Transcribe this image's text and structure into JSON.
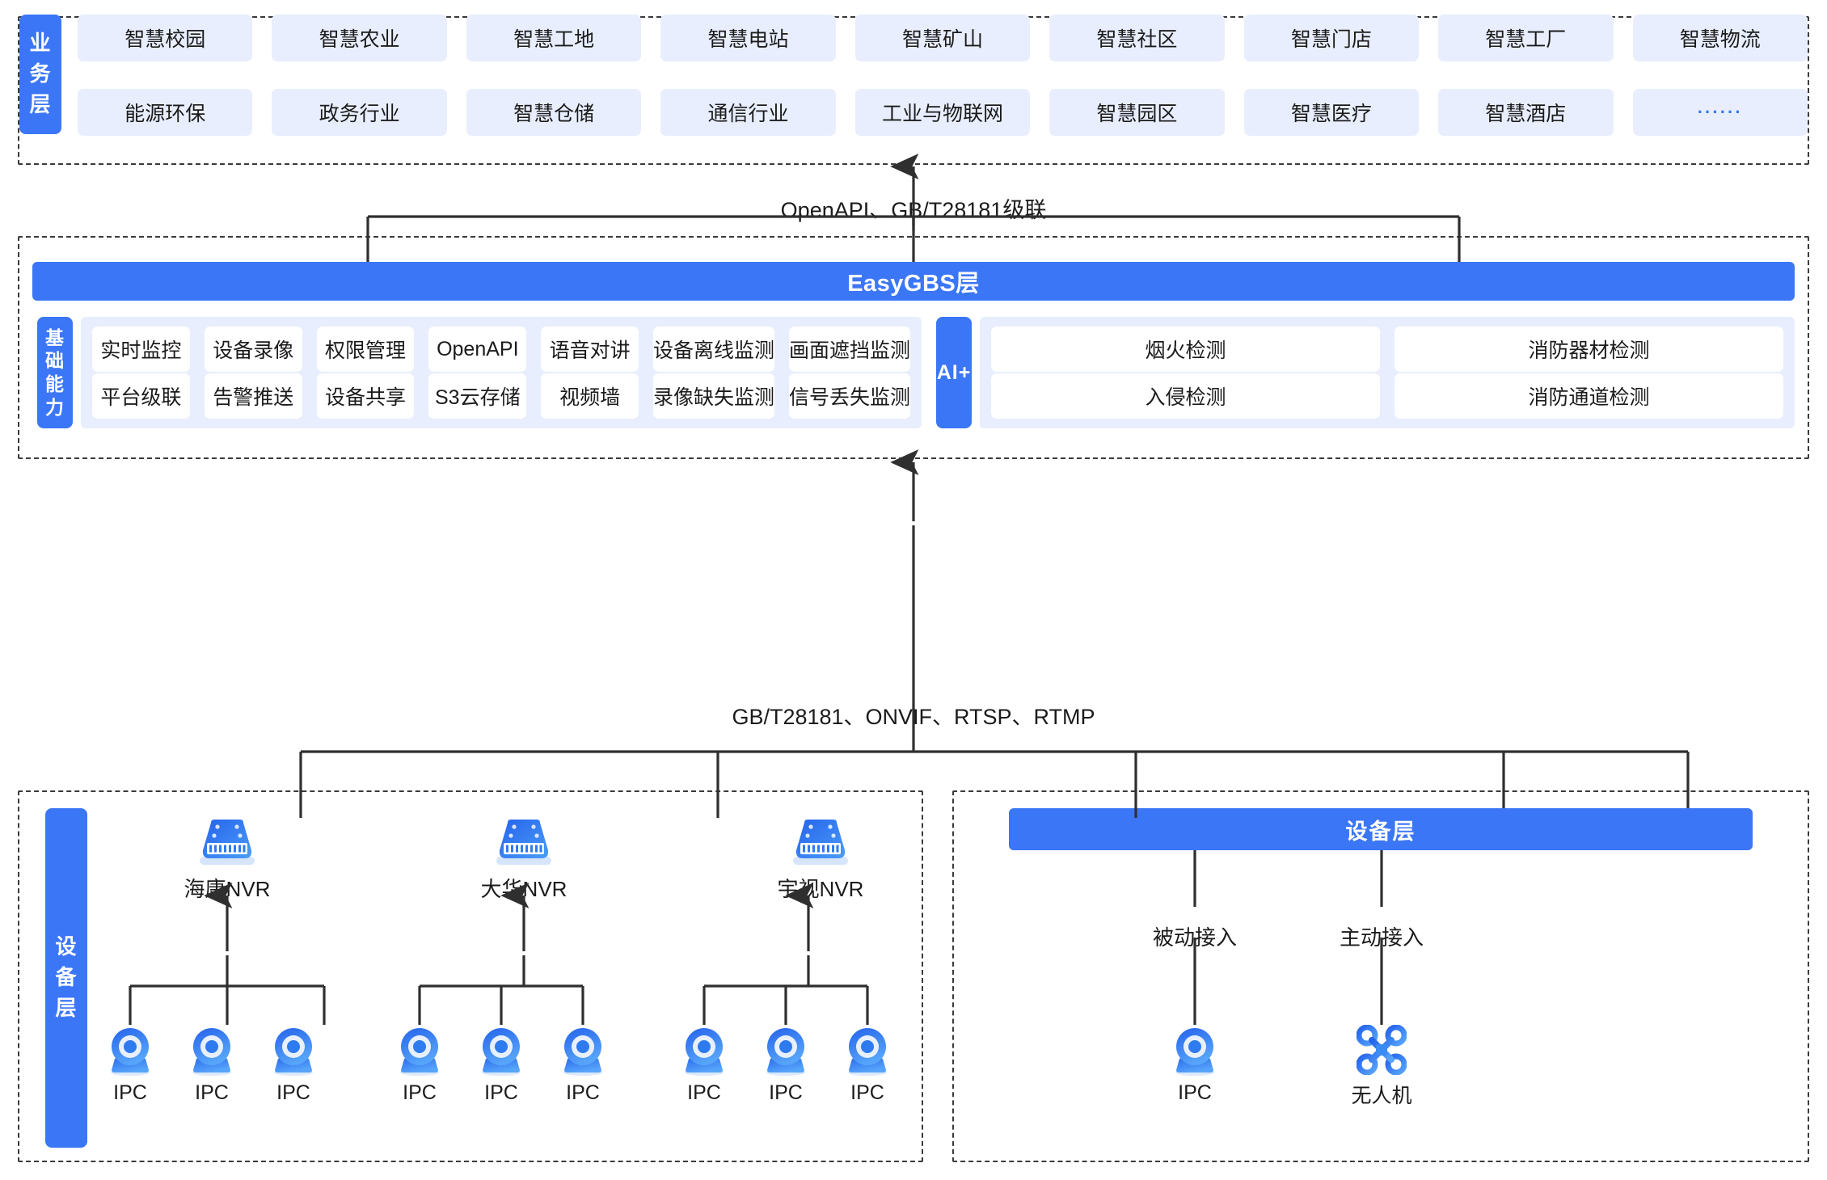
{
  "business_layer": {
    "tab_label": "业务层",
    "rows": [
      [
        "智慧校园",
        "智慧农业",
        "智慧工地",
        "智慧电站",
        "智慧矿山",
        "智慧社区",
        "智慧门店",
        "智慧工厂",
        "智慧物流"
      ],
      [
        "能源环保",
        "政务行业",
        "智慧仓储",
        "通信行业",
        "工业与物联网",
        "智慧园区",
        "智慧医疗",
        "智慧酒店",
        "······"
      ]
    ]
  },
  "connectors": {
    "top_label": "OpenAPI、GB/T28181级联",
    "bottom_label": "GB/T28181、ONVIF、RTSP、RTMP"
  },
  "gbs_layer": {
    "title": "EasyGBS层",
    "base_tab_label": "基础能力",
    "base_rows": [
      [
        "实时监控",
        "设备录像",
        "权限管理",
        "OpenAPI",
        "语音对讲",
        "设备离线监测",
        "画面遮挡监测"
      ],
      [
        "平台级联",
        "告警推送",
        "设备共享",
        "S3云存储",
        "视频墙",
        "录像缺失监测",
        "信号丢失监测"
      ]
    ],
    "ai_tab_label": "AI+",
    "ai_rows": [
      [
        "烟火检测",
        "消防器材检测"
      ],
      [
        "入侵检测",
        "消防通道检测"
      ]
    ]
  },
  "device_layer": {
    "tab_label": "设备层",
    "bar_label": "设备层",
    "nvrs": [
      {
        "name": "海康NVR",
        "children": [
          "IPC",
          "IPC",
          "IPC"
        ]
      },
      {
        "name": "大华NVR",
        "children": [
          "IPC",
          "IPC",
          "IPC"
        ]
      },
      {
        "name": "宇视NVR",
        "children": [
          "IPC",
          "IPC",
          "IPC"
        ]
      }
    ],
    "access": [
      {
        "label": "被动接入",
        "device": "IPC",
        "icon": "ipc-camera-icon"
      },
      {
        "label": "主动接入",
        "device": "无人机",
        "icon": "drone-icon"
      }
    ]
  },
  "colors": {
    "accent_blue": "#3B76F6",
    "tile_blue": "#E8EEFD",
    "line_dark": "#2f2f2f",
    "icon_blue_dark": "#2563EB",
    "icon_blue_light": "#4A9CF8"
  }
}
